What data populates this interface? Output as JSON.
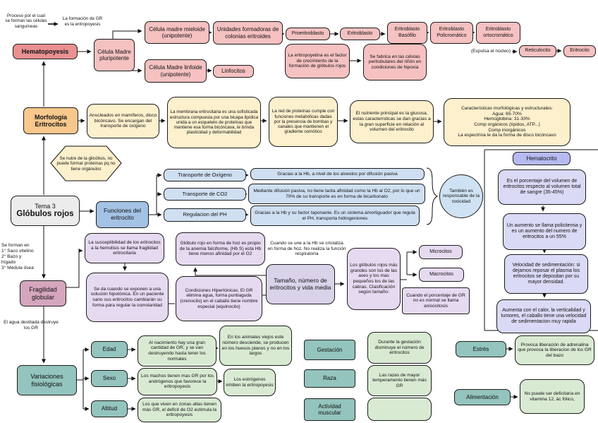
{
  "title": {
    "line1": "Tema 3",
    "line2": "Glóbulos rojos"
  },
  "hematopoyesis": {
    "proceso": "Proceso por el cual se forman las células sanguíneas",
    "formacion": "La formación de GR es la eritropoyesis",
    "label": "Hematopoyesis",
    "pluripotente": "Célula Madre pluripotente",
    "mieloide": "Célula madre mieloide (unipotente)",
    "linfoide": "Célula Madre linfoide (unipotente)",
    "unidades": "Unidades formadoras de colonias eritroides",
    "linfocitos": "Linfocitos",
    "proeritroblasto": "Proeritroblasto",
    "eritroblasto": "Eritroblasto",
    "basofilo": "Eritroblasto Basófilo",
    "policromatico": "Eritroblasto Policromático",
    "ortocromatico": "Eritroblasto ortocromático",
    "expulsa": "(Expulsa el núcleo)",
    "reticulocito": "Reticulocito",
    "eritrocito": "Eritrocito",
    "eritropoyetina": "La eritropoyetina es el factor de crecimiento de la formación de glóbulos rojos",
    "fabrica": "Se fabrica en las células peritubulares del riñón en condiciones de hipoxia"
  },
  "morfologia": {
    "label": "Morfología Eritrocitos",
    "anucleados": "Anucleados en mamíferos, disco bicóncavo. Se encargan del transporte de oxígeno",
    "membrana": "La membrana eritrocitaria es una sofisticada estructura compuesta por una bicapa lipídica unida a un esqueleto de proteínas que mantiene esa forma bicóncava, le brinda plasticidad y deformabilidad",
    "red": "La red de proteínas cumple con funciones metabólicas dadas por la presencia de bombas y canales que mantienen el gradiente osmótico",
    "nutriente": "El nutriente principal es la glucosa, estas características se dan gracias a la gran superficie en relación al volumen del eritrocito",
    "caracteristicas": "Características morfológicas y estructurales:\nAgua: 65-70%\nHemoglobina: 31-33%\nComp orgánicos (lípidos, ATP...)\nComp inorgánicos\nLa espectrina le da la forma de disco bicóncavo",
    "glicolisis": "Se nutre de la glicólisis, no puede formar proteínas pq no tiene orgánulos"
  },
  "funciones": {
    "label": "Funciones del eritrocito",
    "oxigeno": "Transporte de Oxígeno",
    "co2": "Transporte de CO2",
    "ph": "Regulacion del PH",
    "oxigeno_exp": "Gracias a la Hb, a nivel de los alveolos por difusión pasiva",
    "co2_exp": "Mediante difusión pasiva, no tiene tanta afinidad como la Hb al O2, por lo que un 70% de su transporte es en forma de bicarbonato",
    "ph_exp": "Gracias a la Hb y su factor taponante. Es un sistema amortiguador que regula el PH, transporta hidrogeniones",
    "toxicidad": "También es responsable de la toxicidad"
  },
  "hematocrito": {
    "label": "Hematocrito",
    "porcentaje": "Es el porcentaje del volumen de eritrocitos respecto al volumen total de sangre (35-45%)",
    "aumento": "Un aumento se llama policitemia y es un aumento del numero de eritrocitos a un 55%",
    "velocidad": "Velocidad de sedimentación: si dejamos reposar el plasma los eritrocitos se depositan por su mayor densidad.",
    "aumenta": "Aumenta con el calor, la verticalidad y tumores, el caballo tiene una velocidad de sedimentacion muy rapida"
  },
  "fragilidad": {
    "se_forman": "Se forman en\n1° Saco vitelino\n2° Bazo y\nhígado\n3° Médula ósea",
    "label": "Fragilidad globular",
    "agua": "El agua destilada destruye los GR",
    "susceptibilidad": "La susceptibilidad de los eritrocitos a la hemolisis se llama fragilidad eritrocitaria",
    "hipotonica": "Se da cuando se exponen a una solución hipotónica. En un paciente sano sus eritrocitos cambiarán su forma para regular la osmolaridad",
    "hoz": "Glóbulo rojo en forma de hoz es propio de la anemia falciforme, (Hb S) esta Hb tiene menos afinidad por el O2",
    "hipertonicas": "Condiciones Hipertónicas. El GR elimina agua, forma puntiaguda (crenocito) en el caballo tiene nombre especial (equinocito)",
    "cristaliza": "Cuando se une a la Hb se cristaliza en forma de hoz. No realiza la función respiratoria"
  },
  "tamano": {
    "label": "Tamaño, número de eritrocitos y vida media",
    "grandes": "Los glóbulos rojos más grandes son los de las aves y los mas pequeños los de las cabras. Clasificación según tamaño:",
    "microcitos": "Microcitos",
    "macrocitos": "Macrocitos",
    "anisocitosis": "Cuando el porcentaje de GR no es normal se llama anisocitosis"
  },
  "variaciones": {
    "label": "Variaciones fisiológicas",
    "edad": "Edad",
    "sexo": "Sexo",
    "altitud": "Altitud",
    "nacimiento": "Al nacimiento hay una gran cantidad de GR, y se van destruyendo hasta tener los normales",
    "viejos": "En los animales viejos este número desciende, se producen en los huesos planos y no en los largos",
    "machos": "Los machos tienen mas GR por los andrógenos que favorece la eritropoyesis",
    "estrogenos": "Los estrógenos inhiben la eritropoyesis",
    "zonas": "Los que viven en zonas altas tienen más GR, el deficit de O2 estimula la eritropoyesis",
    "gestacion": "Gestación",
    "durante": "Durante la gestación disminuye el número de eritrocitos",
    "raza": "Raza",
    "razas_texto": "Las razas de mayor temperamento tienen más GR",
    "actividad": "Actividad muscular",
    "vacio": "",
    "estres": "Estrés",
    "provoca": "Provoca liberación de adrenalina que provoca la liberacion de los GR del bazo",
    "alimentacion": "Alimentación",
    "nopuede": "No puede ser deficitaria en vitamina 12, ác fólico,"
  },
  "colors": {
    "salmon": "#ea9090",
    "pink": "#f5c1c1",
    "cream": "#fcf0cd",
    "orange": "#f7c78c",
    "blue": "#a4c2e4",
    "light_blue": "#cfdff2",
    "periwinkle": "#b7baf0",
    "lavender": "#dadaf6",
    "mauve": "#d5a6bd",
    "light_purple": "#e6daf1",
    "purple": "#d9d2e9",
    "teal": "#93c4bd",
    "green": "#d9ead3",
    "gray": "#ececec"
  }
}
